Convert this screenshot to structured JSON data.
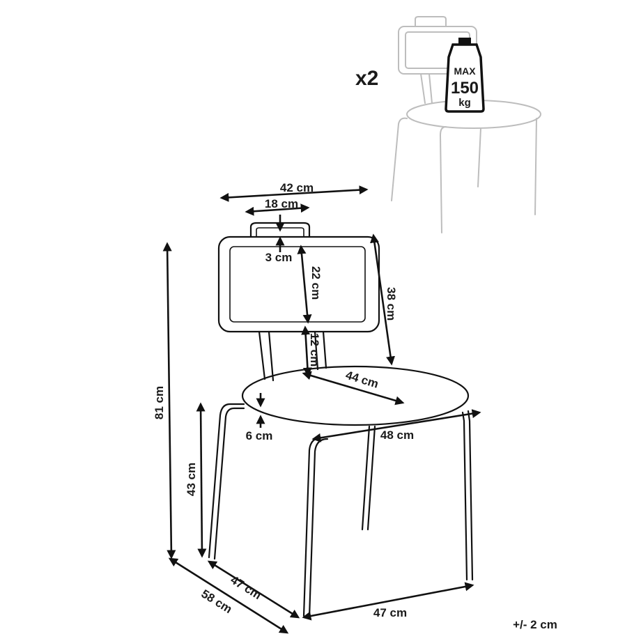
{
  "quantity_label": "x2",
  "max_load": {
    "line1": "MAX",
    "line2": "150",
    "line3": "kg"
  },
  "dimensions": {
    "width_top": "42 cm",
    "handle_width": "18 cm",
    "handle_height": "3 cm",
    "backrest_inner_height": "22 cm",
    "backrest_height": "38 cm",
    "support_height": "12 cm",
    "seat_depth": "44 cm",
    "seat_thickness": "6 cm",
    "seat_width": "48 cm",
    "total_height": "81 cm",
    "seat_height": "43 cm",
    "base_depth": "47 cm",
    "overall_depth": "58 cm",
    "base_width": "47 cm"
  },
  "tolerance": "+/- 2 cm"
}
